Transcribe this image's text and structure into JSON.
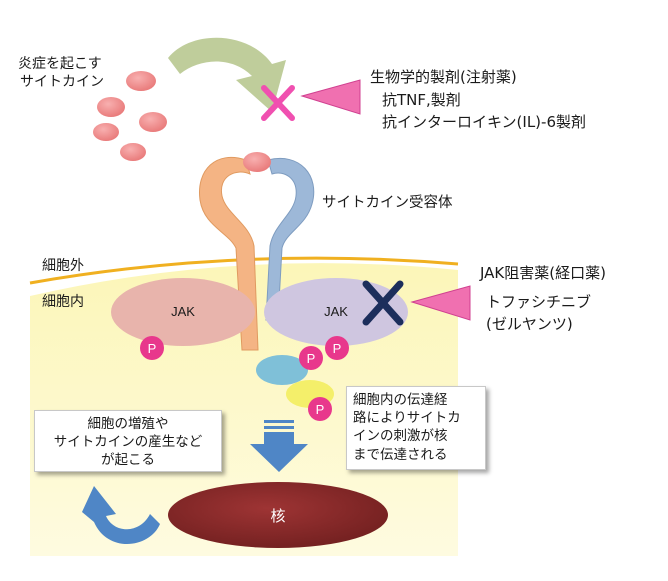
{
  "labels": {
    "inflammatory_cytokine": [
      "炎症を起こす",
      "サイトカイン"
    ],
    "biologic": [
      "生物学的製剤(注射薬)",
      "抗TNF,製剤",
      "抗インターロイキン(IL)-6製剤"
    ],
    "cytokine_receptor": "サイトカイン受容体",
    "extracellular": "細胞外",
    "intracellular": "細胞内",
    "jak_left": "JAK",
    "jak_right": "JAK",
    "jak_inhibitor": "JAK阻害薬(経口薬)",
    "tofacitinib": [
      "トファシチニブ",
      "(ゼルヤンツ)"
    ],
    "phospho": "P",
    "nucleus": "核",
    "cell_effects": [
      "細胞の増殖や",
      "サイトカインの産生など",
      "が起こる"
    ],
    "signal_transmission": [
      "細胞内の伝達経",
      "路によりサイトカ",
      "インの刺激が核",
      "まで伝達される"
    ]
  },
  "colors": {
    "cell_interior": "#fdf8c6",
    "membrane": "#f0b020",
    "cytokine": "#f09090",
    "receptor_left": "#f4b484",
    "receptor_right": "#9db8d8",
    "jak_left": "#e8b4ac",
    "jak_right": "#cfc6e0",
    "phospho": "#e8388c",
    "stat_blue": "#7fc0d8",
    "stat_yellow": "#f4ef6a",
    "nucleus": "#8b2a2a",
    "arrow_blue": "#4f86c6",
    "arrow_green": "#b8c890",
    "pink_marker": "#f070b0",
    "block_x_pink": "#f050b0",
    "block_x_navy": "#1c2e5c"
  },
  "icons": {
    "biologic_block": "x-mark-icon",
    "jak_block": "x-mark-icon",
    "pointer": "triangle-pointer-icon"
  }
}
